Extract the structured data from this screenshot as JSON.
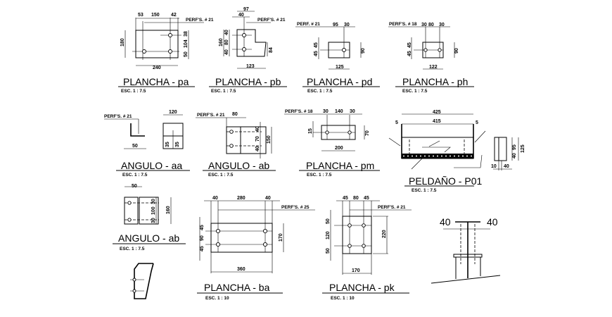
{
  "drawings": {
    "pa": {
      "title": "PLANCHA  -  pa",
      "scale": "ESC. 1 : 7.5",
      "perf": "PERF'S. # 21",
      "dims": [
        "53",
        "150",
        "42",
        "180",
        "38",
        "104",
        "50",
        "240"
      ]
    },
    "pb": {
      "title": "PLANCHA  -  pb",
      "scale": "ESC. 1 : 7.5",
      "perf": "PERF'S. # 21",
      "dims": [
        "97",
        "40",
        "160",
        "40",
        "80",
        "40",
        "84",
        "123"
      ]
    },
    "pd": {
      "title": "PLANCHA  -  pd",
      "scale": "ESC. 1 : 7.5",
      "perf": "PERF. # 21",
      "dims": [
        "95",
        "30",
        "45",
        "45",
        "90",
        "125"
      ]
    },
    "ph": {
      "title": "PLANCHA  -  ph",
      "scale": "ESC. 1 : 7.5",
      "perf": "PERF'S. # 18",
      "dims": [
        "30",
        "80",
        "30",
        "45",
        "45",
        "90",
        "122"
      ]
    },
    "aa": {
      "title": "ANGULO  -  aa",
      "scale": "ESC. 1 : 7.5",
      "perf": "PERF'S. # 21",
      "dims": [
        "50",
        "120",
        "35",
        "35"
      ]
    },
    "ab": {
      "title": "ANGULO  -  ab",
      "scale": "ESC. 1 : 7.5",
      "perf": "PERF'S. # 21",
      "dims": [
        "80",
        "40",
        "70",
        "40",
        "150"
      ]
    },
    "pm": {
      "title": "PLANCHA  -  pm",
      "scale": "ESC. 1 : 7.5",
      "perf": "PERF'S. # 18",
      "dims": [
        "30",
        "140",
        "30",
        "15",
        "70",
        "200"
      ]
    },
    "p01": {
      "title": "PELDAÑO  -  P01",
      "scale": "ESC. 1 : 7.5",
      "dims": [
        "425",
        "415",
        "5",
        "5",
        "95",
        "40",
        "125",
        "10",
        "40"
      ]
    },
    "ab2": {
      "title": "ANGULO  -  ab",
      "scale": "ESC. 1 : 7.5",
      "dims": [
        "50",
        "30",
        "100",
        "30",
        "160"
      ]
    },
    "ba": {
      "title": "PLANCHA  -  ba",
      "scale": "ESC. 1 : 10",
      "perf": "PERF'S. # 25",
      "dims": [
        "40",
        "280",
        "40",
        "45",
        "90",
        "45",
        "170",
        "360"
      ]
    },
    "pk": {
      "title": "PLANCHA  -  pk",
      "scale": "ESC. 1 : 10",
      "perf": "PERF'S. # 21",
      "dims": [
        "45",
        "80",
        "45",
        "50",
        "120",
        "50",
        "220",
        "170"
      ]
    },
    "post": {
      "dims": [
        "40",
        "40"
      ]
    }
  }
}
